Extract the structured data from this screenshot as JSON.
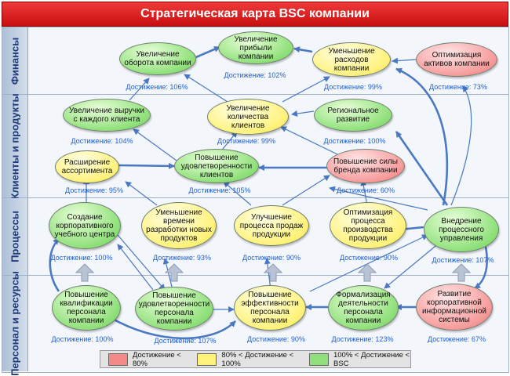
{
  "title": "Стратегическая карта BSC компании",
  "lanes": {
    "finance": "Финансы",
    "clients": "Клиенты и продукты",
    "process": "Процессы",
    "people": "Персонал и ресурсы"
  },
  "nodes": {
    "turnover": {
      "label": "Увеличение оборота компании",
      "achievement": "Достижение: 106%",
      "status": "green"
    },
    "profit": {
      "label": "Увеличение прибыли компании",
      "achievement": "Достижение: 102%",
      "status": "green"
    },
    "costs": {
      "label": "Уменьшение расходов компании",
      "achievement": "Достижение: 99%",
      "status": "yellow"
    },
    "assets": {
      "label": "Оптимизация активов компании",
      "achievement": "Достижение: 73%",
      "status": "red"
    },
    "revenue_per_client": {
      "label": "Увеличение выручки с каждого клиента",
      "achievement": "Достижение: 104%",
      "status": "green"
    },
    "client_count": {
      "label": "Увеличение количества клиентов",
      "achievement": "Достижение: 99%",
      "status": "yellow"
    },
    "regional": {
      "label": "Региональное развитие",
      "achievement": "Достижение: 100%",
      "status": "green"
    },
    "assortment": {
      "label": "Расширение ассортимента",
      "achievement": "Достижение: 95%",
      "status": "yellow"
    },
    "satisfaction": {
      "label": "Повышение удовлетворенности клиентов",
      "achievement": "Достижение: 105%",
      "status": "green"
    },
    "brand": {
      "label": "Повышение силы бренда компании",
      "achievement": "Достижение: 60%",
      "status": "red"
    },
    "training_center": {
      "label": "Создание корпоративного учебного центра",
      "achievement": "Достижение: 100%",
      "status": "green"
    },
    "dev_time": {
      "label": "Уменьшение времени разработки новых продуктов",
      "achievement": "Достижение: 93%",
      "status": "yellow"
    },
    "sales": {
      "label": "Улучшение процесса продаж продукции",
      "achievement": "Достижение: 90%",
      "status": "yellow"
    },
    "production": {
      "label": "Оптимизация процесса производства продукции",
      "achievement": "Достижение: 90%",
      "status": "yellow"
    },
    "process_mgmt": {
      "label": "Внедрение процессного управления",
      "achievement": "Достижение: 107%",
      "status": "green"
    },
    "qualification": {
      "label": "Повышение квалификации персонала компании",
      "achievement": "Достижение: 100%",
      "status": "green"
    },
    "staff_satisfaction": {
      "label": "Повышение удовлетворенности персонала компании",
      "achievement": "Достижение: 107%",
      "status": "green"
    },
    "staff_efficiency": {
      "label": "Повышение эффективности персонала компании",
      "achievement": "Достижение: 90%",
      "status": "yellow"
    },
    "formalization": {
      "label": "Формализация деятельности персонала компании",
      "achievement": "Достижение: 123%",
      "status": "green"
    },
    "info_system": {
      "label": "Развитие корпоративной информационной системы",
      "achievement": "Достижение: 67%",
      "status": "red"
    }
  },
  "legend": {
    "red": "Достижение < 80%",
    "yellow": "80% < Достижение < 100%",
    "green": "100% < Достижение < BSC"
  },
  "colors": {
    "green": "#8fe07a",
    "yellow": "#fff27a",
    "red": "#f28a8a",
    "arrow": "#4a78c2",
    "title": "#d91a1a"
  }
}
